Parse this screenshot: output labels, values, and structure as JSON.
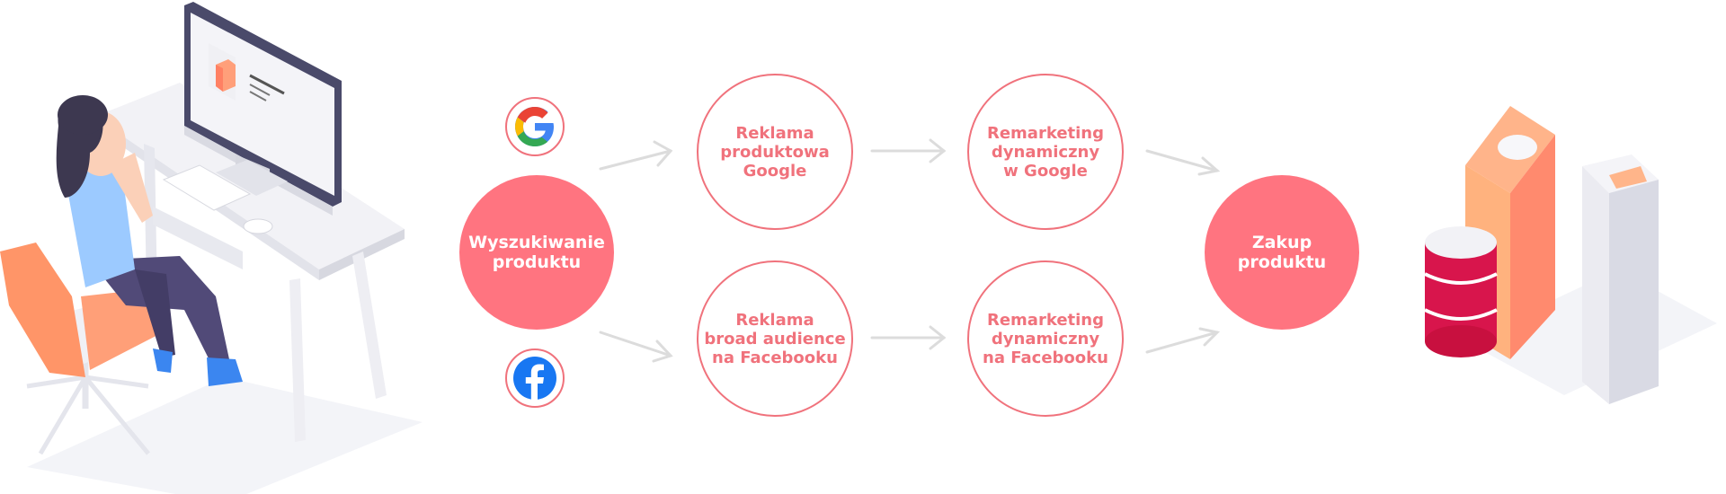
{
  "start_node": {
    "label": "Wyszukiwanie\nproduktu"
  },
  "channels": {
    "google": {
      "icon": "google-icon"
    },
    "facebook": {
      "icon": "facebook-icon"
    }
  },
  "steps": {
    "google_ads": "Reklama\nproduktowa\nGoogle",
    "google_remarketing": "Remarketing\ndynamiczny\nw Google",
    "facebook_ads": "Reklama\nbroad audience\nna Facebooku",
    "facebook_remarketing": "Remarketing\ndynamiczny\nna Facebooku"
  },
  "end_node": {
    "label": "Zakup\nproduktu"
  },
  "colors": {
    "accent": "#ff7480",
    "outline": "#f0727c",
    "arrow": "#dcdcdc"
  }
}
